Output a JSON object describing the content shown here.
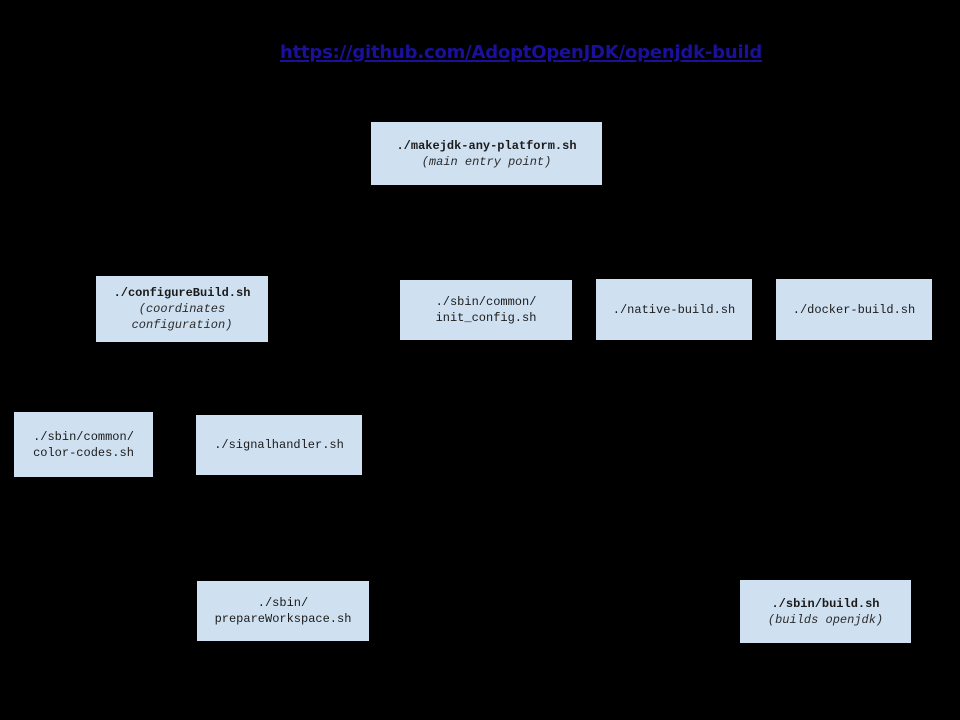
{
  "page": {
    "background_color": "#000000",
    "node_fill_color": "#cfe0f1",
    "node_text_color": "#1a1a1a",
    "link_color": "#1a109c"
  },
  "title": {
    "text": "https://github.com/AdoptOpenJDK/openjdk-build"
  },
  "nodes": [
    {
      "id": "makejdk-any-platform",
      "main": "./makejdk-any-platform.sh",
      "sub": "(main entry point)",
      "bold": true
    },
    {
      "id": "configure-build",
      "main": "./configureBuild.sh",
      "sub": "(coordinates\nconfiguration)",
      "bold": true
    },
    {
      "id": "init-config",
      "main": "./sbin/common/\ninit_config.sh",
      "sub": "",
      "bold": false
    },
    {
      "id": "native-build",
      "main": "./native-build.sh",
      "sub": "",
      "bold": false
    },
    {
      "id": "docker-build",
      "main": "./docker-build.sh",
      "sub": "",
      "bold": false
    },
    {
      "id": "color-codes",
      "main": "./sbin/common/\ncolor-codes.sh",
      "sub": "",
      "bold": false
    },
    {
      "id": "signalhandler",
      "main": "./signalhandler.sh",
      "sub": "",
      "bold": false
    },
    {
      "id": "prepare-workspace",
      "main": "./sbin/\nprepareWorkspace.sh",
      "sub": "",
      "bold": false
    },
    {
      "id": "sbin-build",
      "main": "./sbin/build.sh",
      "sub": "(builds openjdk)",
      "bold": true
    }
  ]
}
